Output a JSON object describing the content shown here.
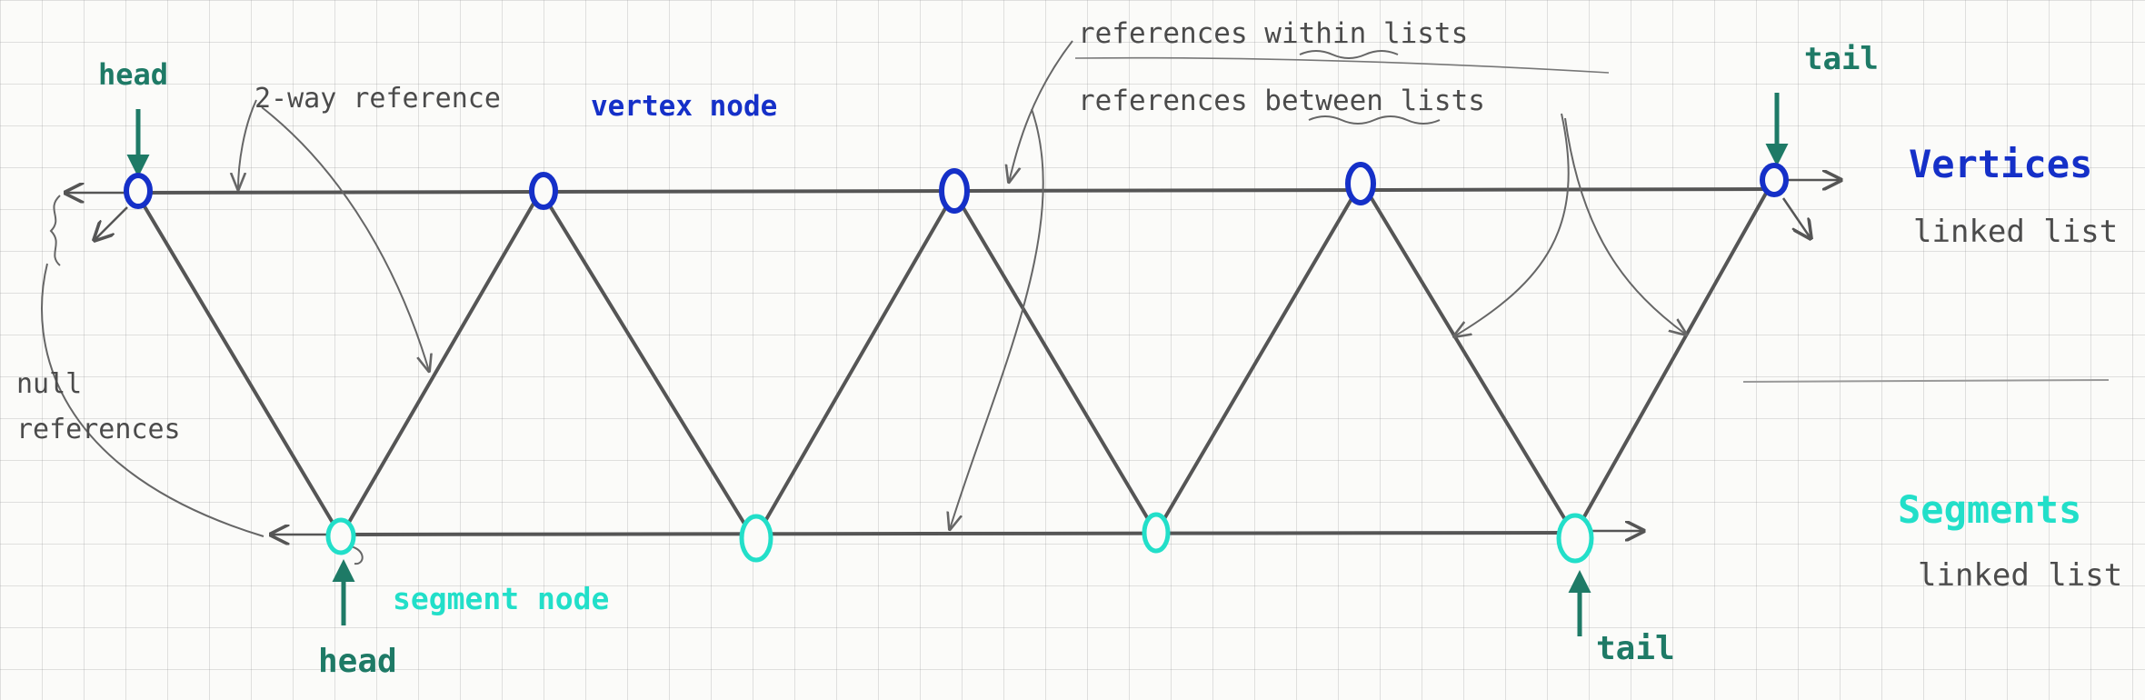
{
  "labels": {
    "vertices_head": "head",
    "vertices_tail": "tail",
    "segments_head": "head",
    "segments_tail": "tail",
    "two_way_reference": "2-way reference",
    "vertex_node": "vertex node",
    "segment_node": "segment node",
    "references_within_lists": "references within lists",
    "references_between_lists": "references between lists",
    "null_references_line1": "null",
    "null_references_line2": "references",
    "vertices_title": "Vertices",
    "vertices_subtitle": "linked list",
    "segments_title": "Segments",
    "segments_subtitle": "linked list"
  },
  "colors": {
    "vertex_node": "#1530c8",
    "segment_node": "#22dfc9",
    "pointer_arrow": "#1e7a66",
    "line": "#555555",
    "annotation": "#4b4b4b",
    "grid": "#c8c8c8",
    "paper": "#fbfbf9"
  }
}
